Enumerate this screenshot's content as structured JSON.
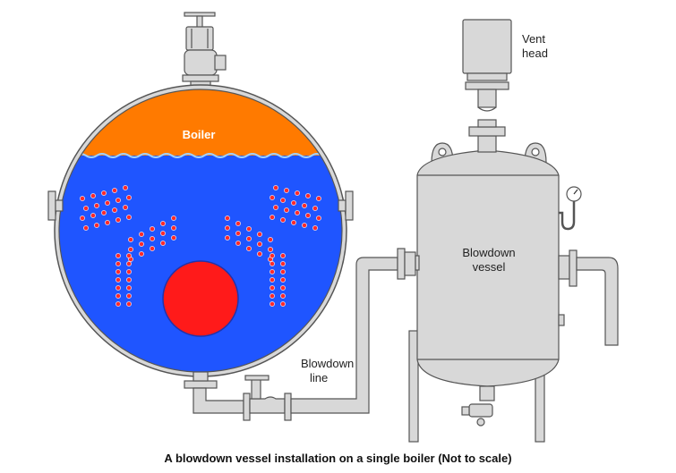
{
  "labels": {
    "boiler": "Boiler",
    "vent_head_line1": "Vent",
    "vent_head_line2": "head",
    "blowdown_vessel_line1": "Blowdown",
    "blowdown_vessel_line2": "vessel",
    "blowdown_line_line1": "Blowdown",
    "blowdown_line_line2": "line"
  },
  "caption": "A blowdown vessel installation on a single boiler (Not to scale)",
  "colors": {
    "steam_space": "#ff7a00",
    "water": "#1f55ff",
    "furnace_tube": "#ff1a1a",
    "bubbles": "#ff2a2a",
    "metal": "#d8d8d8",
    "outline": "#555555"
  },
  "icons": [
    "gate-valve-icon",
    "pressure-gauge-icon",
    "drain-valve-icon"
  ]
}
